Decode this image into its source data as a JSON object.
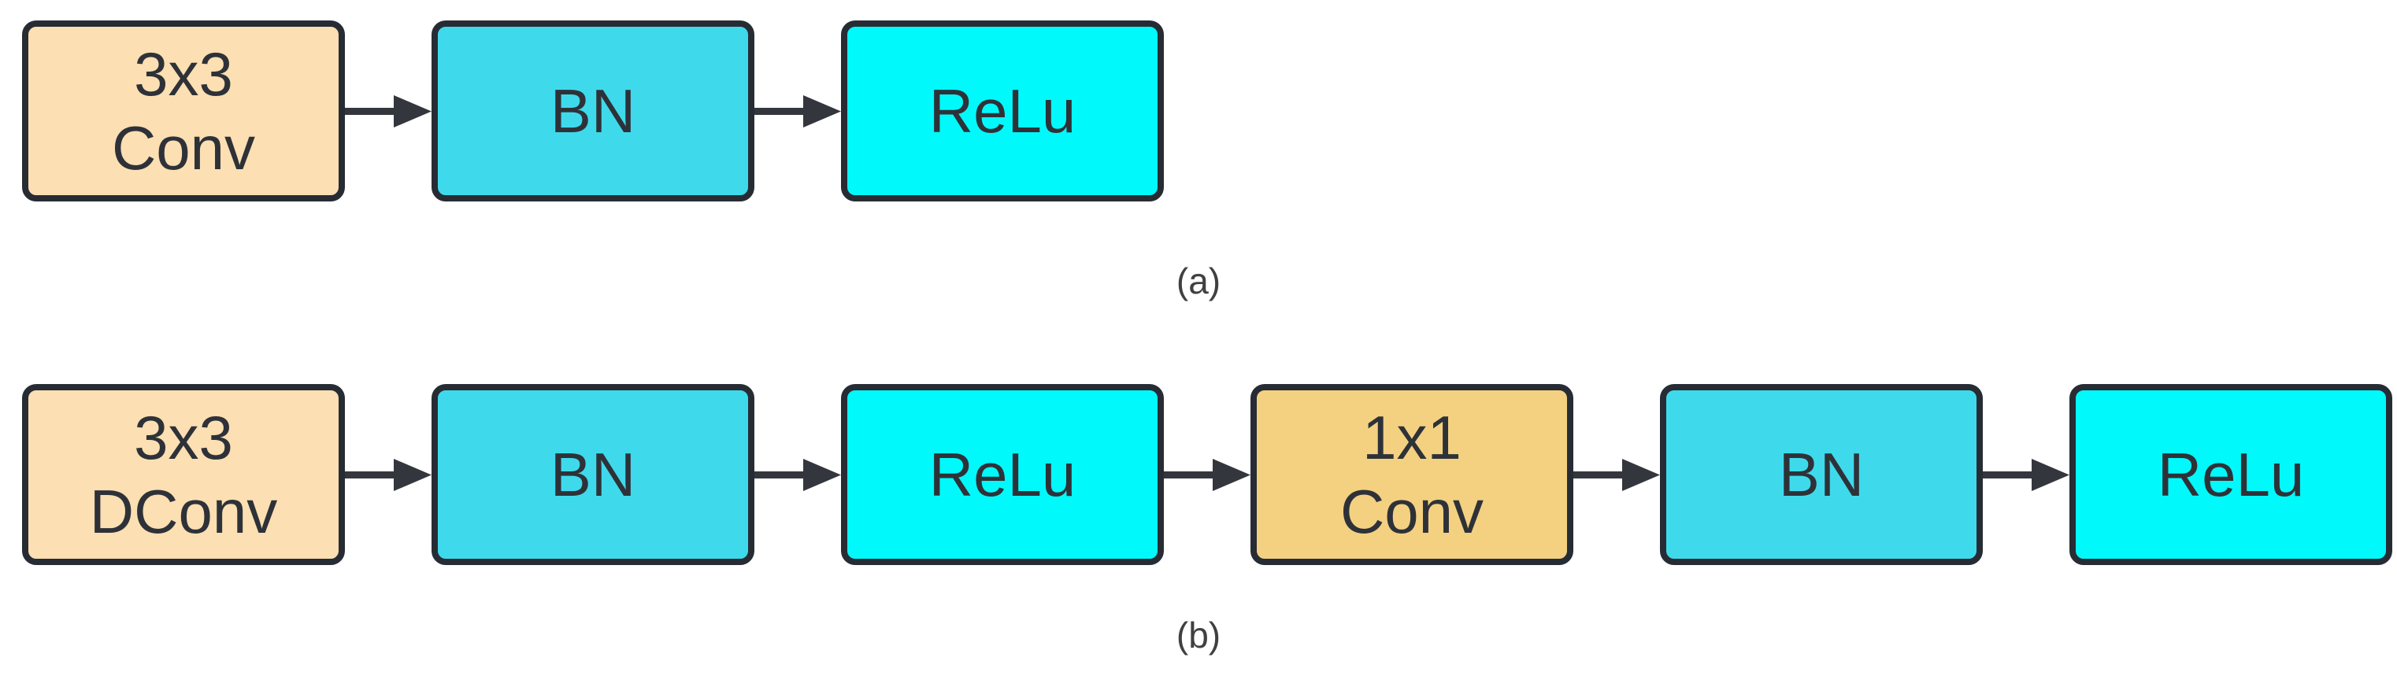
{
  "figure": {
    "rows": [
      {
        "id": "a",
        "label": "(a)",
        "nodes": [
          {
            "name": "conv-3x3",
            "lines": [
              "3x3",
              "Conv"
            ],
            "fill": "#FCDFB2"
          },
          {
            "name": "batch-norm",
            "lines": [
              "BN"
            ],
            "fill": "#3EDAEC"
          },
          {
            "name": "relu",
            "lines": [
              "ReLu"
            ],
            "fill": "#00F9FA"
          }
        ]
      },
      {
        "id": "b",
        "label": "(b)",
        "nodes": [
          {
            "name": "dconv-3x3",
            "lines": [
              "3x3",
              "DConv"
            ],
            "fill": "#FCDFB2"
          },
          {
            "name": "batch-norm",
            "lines": [
              "BN"
            ],
            "fill": "#3EDAEC"
          },
          {
            "name": "relu",
            "lines": [
              "ReLu"
            ],
            "fill": "#00F9FA"
          },
          {
            "name": "conv-1x1",
            "lines": [
              "1x1",
              "Conv"
            ],
            "fill": "#F3D181"
          },
          {
            "name": "batch-norm",
            "lines": [
              "BN"
            ],
            "fill": "#3EDAEC"
          },
          {
            "name": "relu",
            "lines": [
              "ReLu"
            ],
            "fill": "#00F9FA"
          }
        ]
      }
    ],
    "colors": {
      "background": "#FFFFFF",
      "node_border": "#272C34",
      "node_text": "#2E3238",
      "arrow": "#33373D",
      "label_text": "#404040"
    }
  }
}
